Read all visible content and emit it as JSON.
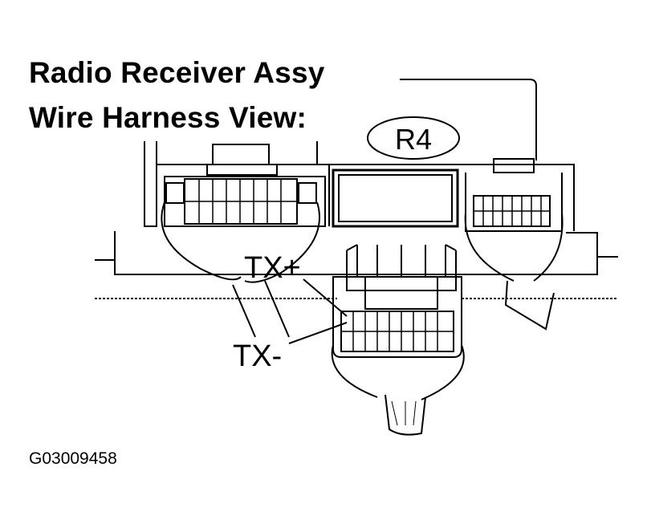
{
  "title_line1": "Radio Receiver Assy",
  "title_line2": "Wire Harness View:",
  "connector_tag": "R4",
  "pins": {
    "tx_plus": "TX+",
    "tx_minus": "TX-"
  },
  "figure_code": "G03009458"
}
